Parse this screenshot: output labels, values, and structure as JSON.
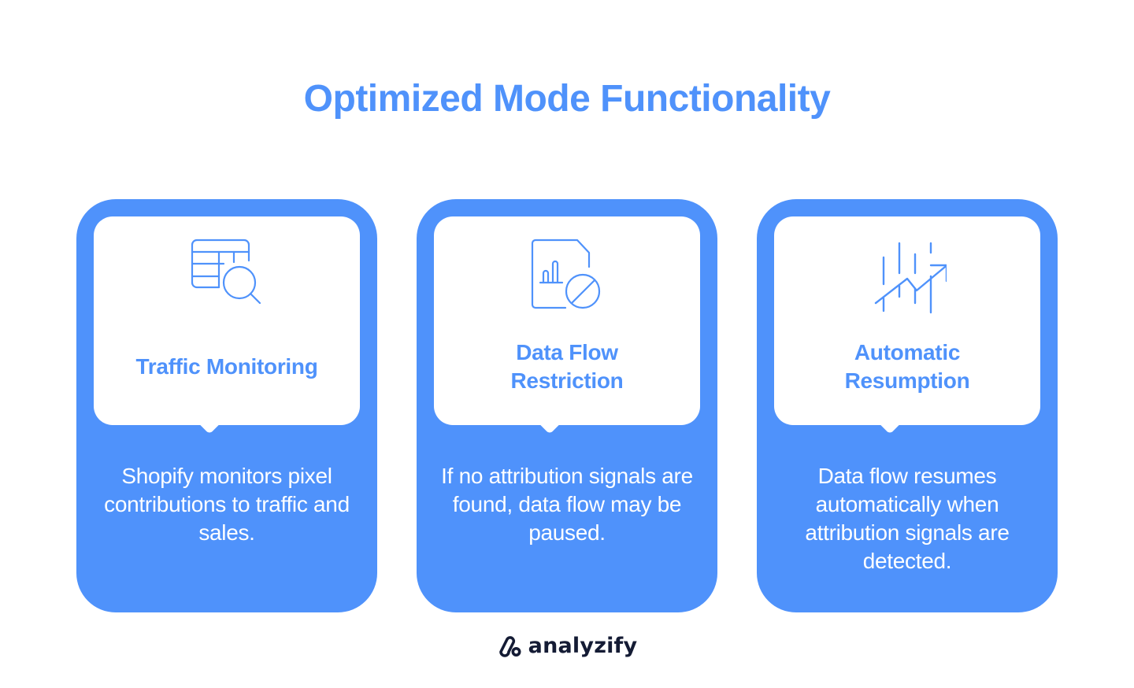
{
  "title": "Optimized Mode Functionality",
  "colors": {
    "accent": "#4f92fb",
    "panel": "#ffffff",
    "background": "#ffffff",
    "brand_text": "#141b34"
  },
  "cards": [
    {
      "icon": "table-search-icon",
      "heading": "Traffic Monitoring",
      "heading_lines": [
        "Traffic Monitoring"
      ],
      "description": "Shopify monitors pixel contributions to traffic and sales."
    },
    {
      "icon": "document-chart-blocked-icon",
      "heading": "Data Flow Restriction",
      "heading_lines": [
        "Data Flow",
        "Restriction"
      ],
      "description": "If no attribution signals are found, data flow may be paused."
    },
    {
      "icon": "trend-up-arrow-icon",
      "heading": "Automatic Resumption",
      "heading_lines": [
        "Automatic",
        "Resumption"
      ],
      "description": "Data flow resumes automatically when attribution signals are detected."
    }
  ],
  "brand": {
    "name": "analyzify",
    "logo_icon": "analyzify-logo-icon"
  }
}
